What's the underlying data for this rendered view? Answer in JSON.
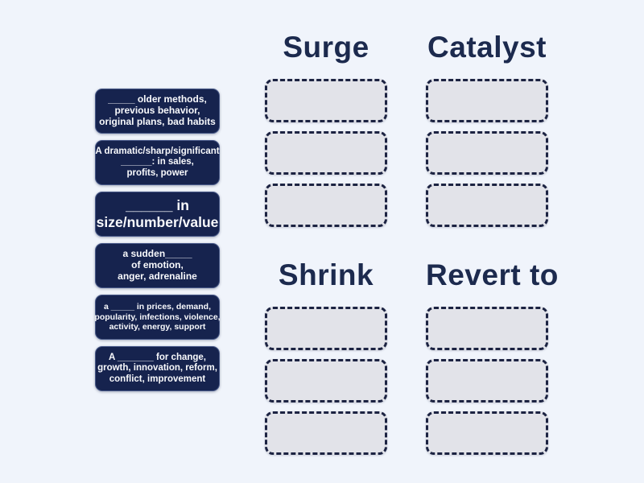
{
  "colors": {
    "background": "#f0f4fb",
    "card_background": "#16234e",
    "card_text": "#f8f9fc",
    "zone_fill": "#e2e3e9",
    "zone_border": "#1c2342",
    "header_text": "#1c2a4e"
  },
  "clue_cards": [
    {
      "lines": [
        "_____ older methods,",
        "previous behavior,",
        "original plans, bad habits"
      ]
    },
    {
      "lines": [
        "A dramatic/sharp/significant",
        "______: in sales,",
        "profits, power"
      ]
    },
    {
      "lines": [
        "______ in",
        "size/number/value"
      ]
    },
    {
      "lines": [
        "a sudden_____",
        "of emotion,",
        "anger, adrenaline"
      ]
    },
    {
      "lines": [
        "a _____ in prices, demand,",
        "popularity, infections, violence,",
        "activity, energy, support"
      ]
    },
    {
      "lines": [
        "A _______ for change,",
        "growth, innovation, reform,",
        "conflict, improvement"
      ]
    }
  ],
  "categories": [
    {
      "label": "Surge",
      "slot_count": 3
    },
    {
      "label": "Catalyst",
      "slot_count": 3
    },
    {
      "label": "Shrink",
      "slot_count": 3
    },
    {
      "label": "Revert to",
      "slot_count": 3
    }
  ]
}
